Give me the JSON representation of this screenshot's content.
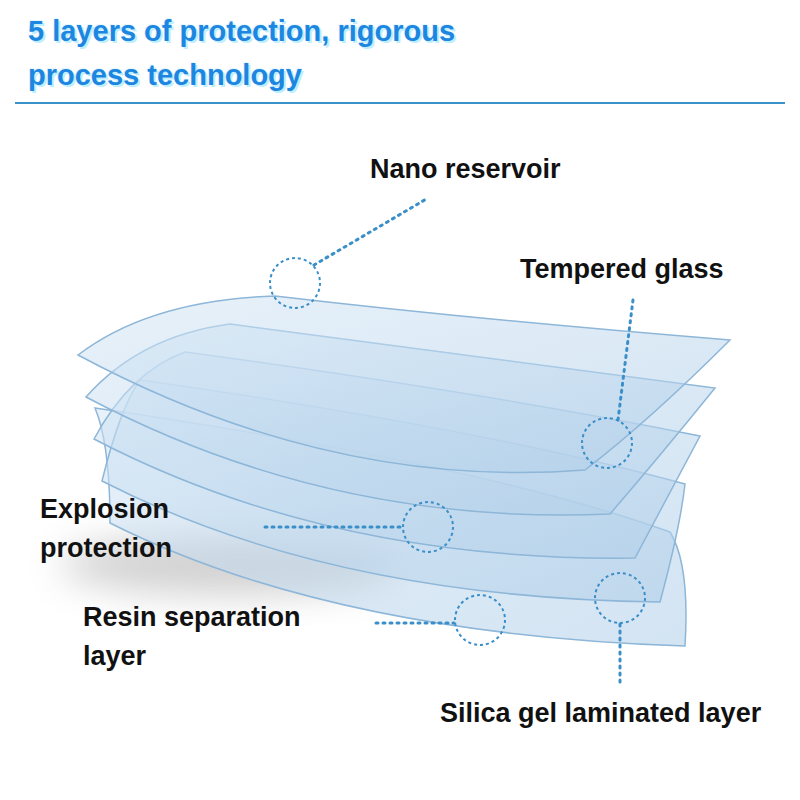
{
  "diagram": {
    "title": "5 layers of protection, rigorous process technology",
    "labels": [
      "Nano reservoir",
      "Tempered glass",
      "Explosion protection",
      "Resin separation layer",
      "Silica gel laminated layer"
    ]
  }
}
